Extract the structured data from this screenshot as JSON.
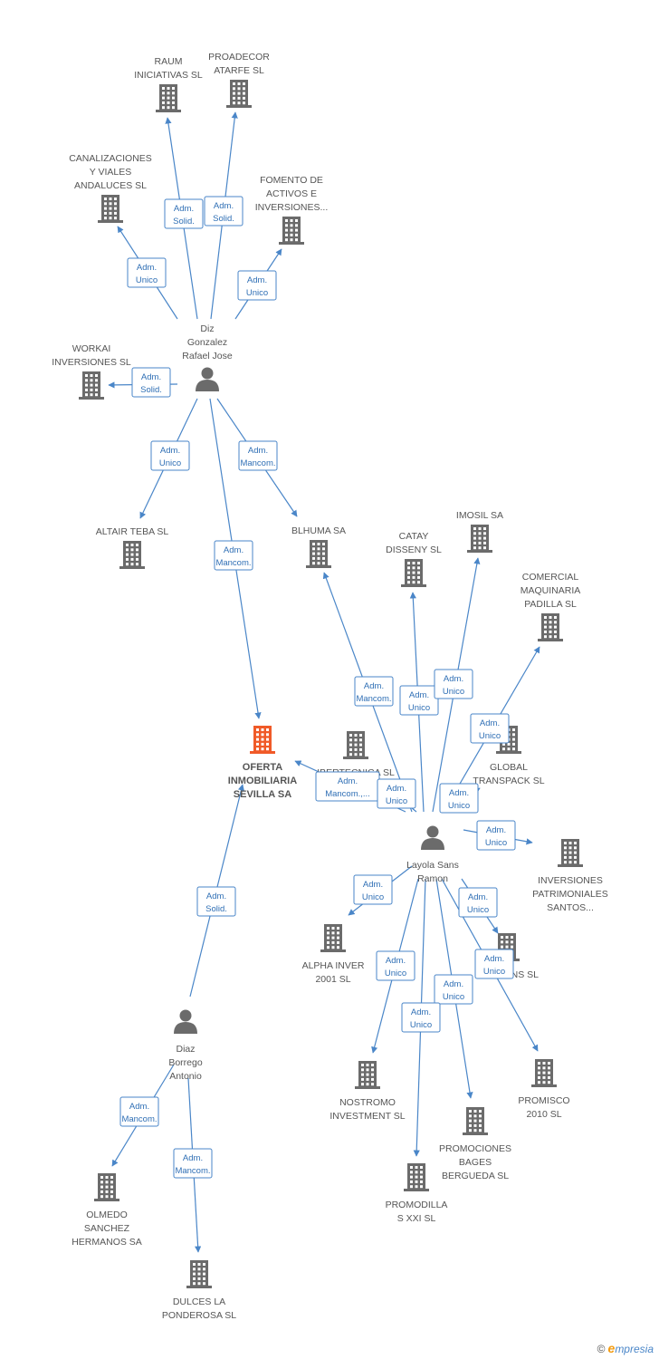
{
  "colors": {
    "company": "#6b6b6b",
    "focus_company": "#f05a28",
    "person": "#6b6b6b",
    "edge": "#4a86c8",
    "label_text": "#555555"
  },
  "nodes": [
    {
      "id": "raum",
      "kind": "company",
      "lines": [
        "RAUM",
        "INICIATIVAS SL"
      ]
    },
    {
      "id": "proadecor",
      "kind": "company",
      "lines": [
        "PROADECOR",
        "ATARFE SL"
      ]
    },
    {
      "id": "canalizaciones",
      "kind": "company",
      "lines": [
        "CANALIZACIONES",
        "Y VIALES",
        "ANDALUCES SL"
      ]
    },
    {
      "id": "fomento",
      "kind": "company",
      "lines": [
        "FOMENTO DE",
        "ACTIVOS E",
        "INVERSIONES..."
      ]
    },
    {
      "id": "workai",
      "kind": "company",
      "lines": [
        "WORKAI",
        "INVERSIONES SL"
      ]
    },
    {
      "id": "diz",
      "kind": "person",
      "lines": [
        "Diz",
        "Gonzalez",
        "Rafael Jose"
      ]
    },
    {
      "id": "altair",
      "kind": "company",
      "lines": [
        "ALTAIR TEBA SL"
      ]
    },
    {
      "id": "blhuma",
      "kind": "company",
      "lines": [
        "BLHUMA SA"
      ]
    },
    {
      "id": "catay",
      "kind": "company",
      "lines": [
        "CATAY",
        "DISSENY SL"
      ]
    },
    {
      "id": "imosil",
      "kind": "company",
      "lines": [
        "IMOSIL SA"
      ]
    },
    {
      "id": "comercial",
      "kind": "company",
      "lines": [
        "COMERCIAL",
        "MAQUINARIA",
        "PADILLA SL"
      ]
    },
    {
      "id": "oferta",
      "kind": "focus",
      "lines": [
        "OFERTA",
        "INMOBILIARIA",
        "SEVILLA SA"
      ]
    },
    {
      "id": "ibertecnica",
      "kind": "company",
      "lines": [
        "IBERTECNICA SL"
      ]
    },
    {
      "id": "global",
      "kind": "company",
      "lines": [
        "GLOBAL",
        "TRANSPACK SL"
      ]
    },
    {
      "id": "layola",
      "kind": "person",
      "lines": [
        "Layola Sans",
        "Ramon"
      ]
    },
    {
      "id": "inversiones",
      "kind": "company",
      "lines": [
        "INVERSIONES",
        "PATRIMONIALES",
        "SANTOS..."
      ]
    },
    {
      "id": "alpha",
      "kind": "company",
      "lines": [
        "ALPHA INVER",
        "2001 SL"
      ]
    },
    {
      "id": "gestions",
      "kind": "company",
      "lines": [
        "GESTIONS SL"
      ]
    },
    {
      "id": "nostromo",
      "kind": "company",
      "lines": [
        "NOSTROMO",
        "INVESTMENT SL"
      ]
    },
    {
      "id": "promisco",
      "kind": "company",
      "lines": [
        "PROMISCO",
        "2010 SL"
      ]
    },
    {
      "id": "promociones",
      "kind": "company",
      "lines": [
        "PROMOCIONES",
        "BAGES",
        "BERGUEDA SL"
      ]
    },
    {
      "id": "promodilla",
      "kind": "company",
      "lines": [
        "PROMODILLA",
        "S XXI SL"
      ]
    },
    {
      "id": "diaz",
      "kind": "person",
      "lines": [
        "Diaz",
        "Borrego",
        "Antonio"
      ]
    },
    {
      "id": "olmedo",
      "kind": "company",
      "lines": [
        "OLMEDO",
        "SANCHEZ",
        "HERMANOS SA"
      ]
    },
    {
      "id": "dulces",
      "kind": "company",
      "lines": [
        "DULCES LA",
        "PONDEROSA SL"
      ]
    }
  ],
  "edges": [
    {
      "from": "diz",
      "to": "raum",
      "label": [
        "Adm.",
        "Solid."
      ]
    },
    {
      "from": "diz",
      "to": "proadecor",
      "label": [
        "Adm.",
        "Solid."
      ]
    },
    {
      "from": "diz",
      "to": "canalizaciones",
      "label": [
        "Adm.",
        "Unico"
      ]
    },
    {
      "from": "diz",
      "to": "fomento",
      "label": [
        "Adm.",
        "Unico"
      ]
    },
    {
      "from": "diz",
      "to": "workai",
      "label": [
        "Adm.",
        "Solid."
      ]
    },
    {
      "from": "diz",
      "to": "altair",
      "label": [
        "Adm.",
        "Unico"
      ]
    },
    {
      "from": "diz",
      "to": "blhuma",
      "label": [
        "Adm.",
        "Mancom."
      ]
    },
    {
      "from": "diz",
      "to": "oferta",
      "label": [
        "Adm.",
        "Mancom."
      ]
    },
    {
      "from": "layola",
      "to": "blhuma",
      "label": [
        "Adm.",
        "Mancom."
      ]
    },
    {
      "from": "layola",
      "to": "catay",
      "label": [
        "Adm.",
        "Unico"
      ]
    },
    {
      "from": "layola",
      "to": "imosil",
      "label": [
        "Adm.",
        "Unico"
      ]
    },
    {
      "from": "layola",
      "to": "comercial",
      "label": [
        "Adm.",
        "Unico"
      ]
    },
    {
      "from": "layola",
      "to": "oferta",
      "label": [
        "Adm.",
        "Mancom.,..."
      ]
    },
    {
      "from": "layola",
      "to": "ibertecnica",
      "label": [
        "Adm.",
        "Unico"
      ]
    },
    {
      "from": "layola",
      "to": "global",
      "label": [
        "Adm.",
        "Unico"
      ]
    },
    {
      "from": "layola",
      "to": "inversiones",
      "label": [
        "Adm.",
        "Unico"
      ]
    },
    {
      "from": "layola",
      "to": "alpha",
      "label": [
        "Adm.",
        "Unico"
      ]
    },
    {
      "from": "layola",
      "to": "gestions",
      "label": [
        "Adm.",
        "Unico"
      ]
    },
    {
      "from": "layola",
      "to": "nostromo",
      "label": [
        "Adm.",
        "Unico"
      ]
    },
    {
      "from": "layola",
      "to": "promisco",
      "label": [
        "Adm.",
        "Unico"
      ]
    },
    {
      "from": "layola",
      "to": "promociones",
      "label": [
        "Adm.",
        "Unico"
      ]
    },
    {
      "from": "layola",
      "to": "promodilla",
      "label": [
        "Adm.",
        "Unico"
      ]
    },
    {
      "from": "diaz",
      "to": "oferta",
      "label": [
        "Adm.",
        "Solid."
      ]
    },
    {
      "from": "diaz",
      "to": "olmedo",
      "label": [
        "Adm.",
        "Mancom."
      ]
    },
    {
      "from": "diaz",
      "to": "dulces",
      "label": [
        "Adm.",
        "Mancom."
      ]
    }
  ],
  "footer": {
    "copyright": "©",
    "brand_initial": "e",
    "brand_rest": "mpresia"
  }
}
